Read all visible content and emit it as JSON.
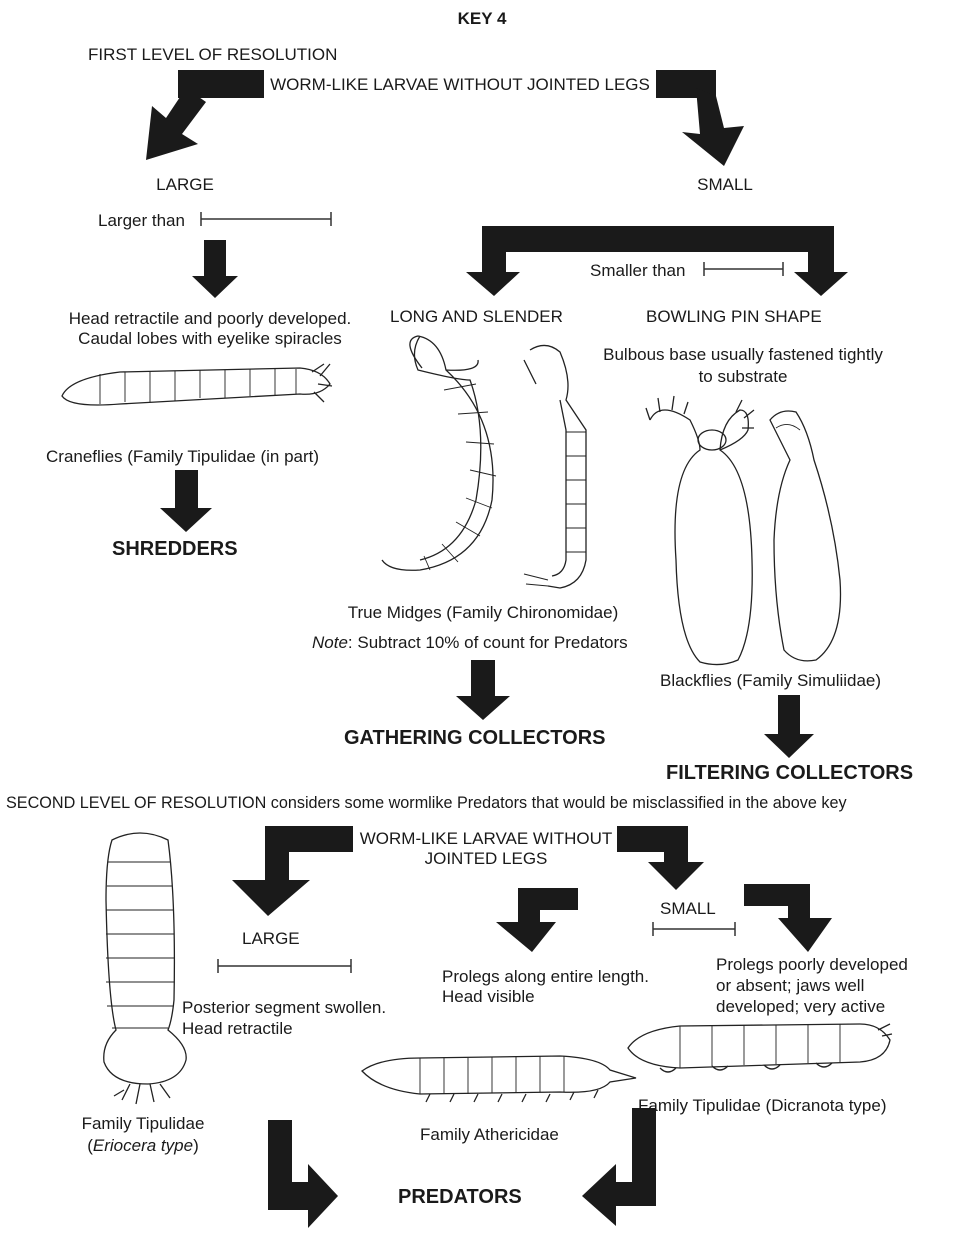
{
  "title": "KEY 4",
  "level1": {
    "heading": "FIRST LEVEL OF RESOLUTION",
    "root": "WORM-LIKE LARVAE WITHOUT JOINTED LEGS",
    "large": {
      "label": "LARGE",
      "size_label": "Larger than",
      "description_line1": "Head retractile and poorly developed.",
      "description_line2": "Caudal lobes with eyelike spiracles",
      "taxon": "Craneflies (Family Tipulidae (in part)",
      "group": "SHREDDERS"
    },
    "small": {
      "label": "SMALL",
      "size_label": "Smaller than",
      "long": {
        "label": "LONG AND SLENDER",
        "taxon": "True Midges (Family Chironomidae)",
        "note_prefix": "Note",
        "note_text": ": Subtract 10% of count for Predators",
        "group": "GATHERING COLLECTORS"
      },
      "bowling": {
        "label": "BOWLING PIN SHAPE",
        "description_line1": "Bulbous base usually fastened tightly",
        "description_line2": "to substrate",
        "taxon": "Blackflies (Family Simuliidae)",
        "group": "FILTERING COLLECTORS"
      }
    }
  },
  "level2": {
    "heading": "SECOND LEVEL OF RESOLUTION considers some wormlike Predators that would be misclassified in the above key",
    "root_line1": "WORM-LIKE LARVAE WITHOUT",
    "root_line2": "JOINTED LEGS",
    "large": {
      "label": "LARGE",
      "description_line1": "Posterior segment swollen.",
      "description_line2": "Head retractile",
      "taxon_line1": "Family Tipulidae",
      "taxon_line2": "Eriocera type"
    },
    "small": {
      "label": "SMALL",
      "left": {
        "description_line1": "Prolegs along entire length.",
        "description_line2": "Head visible",
        "taxon": "Family Athericidae"
      },
      "right": {
        "description_line1": "Prolegs poorly developed",
        "description_line2": "or absent; jaws well",
        "description_line3": "developed; very active",
        "taxon": "Family Tipulidae (Dicranota type)"
      }
    },
    "group": "PREDATORS"
  }
}
